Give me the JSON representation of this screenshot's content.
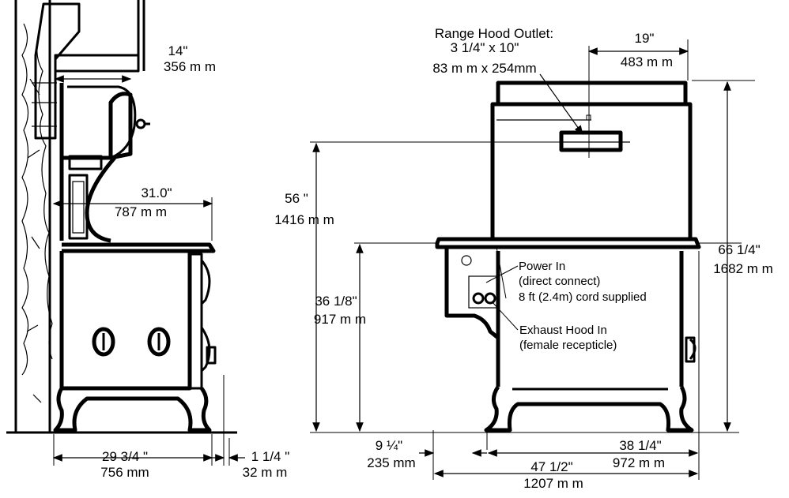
{
  "side_view": {
    "hood_depth": {
      "imperial": "14\"",
      "metric": "356 m m"
    },
    "range_depth_top": {
      "imperial": "31.0\"",
      "metric": "787 m m"
    },
    "base_depth": {
      "imperial": "29 3/4 \"",
      "metric": "756  mm"
    },
    "back_clearance": {
      "imperial": "1 1/4 \"",
      "metric": "32  m m"
    }
  },
  "front_view": {
    "hood_outlet": {
      "title": "Range Hood Outlet:",
      "imperial": "3 1/4\" x 10\"",
      "metric": "83 m m x 254mm"
    },
    "hood_offset": {
      "imperial": "19\"",
      "metric": "483  m m"
    },
    "hood_height": {
      "imperial": "56 \"",
      "metric": "1416 m m"
    },
    "total_height": {
      "imperial": "66 1/4\"",
      "metric": "1682 m m"
    },
    "cooktop_height": {
      "imperial": "36 1/8\"",
      "metric": "917 m m"
    },
    "power_in": {
      "title": "Power In",
      "line2": "(direct connect)",
      "line3": "8 ft (2.4m) cord supplied"
    },
    "exhaust_in": {
      "title": "Exhaust Hood In",
      "line2": "(female recepticle)"
    },
    "firebox_offset": {
      "imperial": "9 ¼\"",
      "metric": "235  mm"
    },
    "body_width": {
      "imperial": "38 1/4\"",
      "metric": "972 m m"
    },
    "total_width": {
      "imperial": "47 1/2\"",
      "metric": "1207 m m"
    }
  }
}
